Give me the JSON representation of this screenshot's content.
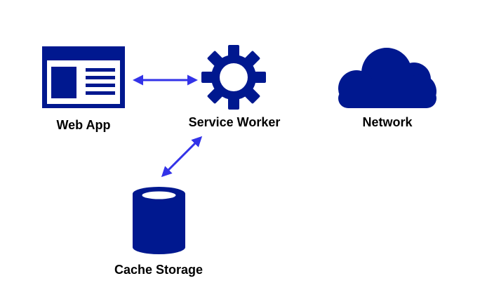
{
  "colors": {
    "icon": "#00188F",
    "arrow": "#3333E8",
    "label": "#000000",
    "background": "#FFFFFF"
  },
  "nodes": {
    "web_app": {
      "label": "Web App",
      "icon": "browser-window-icon"
    },
    "service_worker": {
      "label": "Service Worker",
      "icon": "gear-icon"
    },
    "network": {
      "label": "Network",
      "icon": "cloud-icon"
    },
    "cache_storage": {
      "label": "Cache Storage",
      "icon": "database-cylinder-icon"
    }
  },
  "edges": [
    {
      "from": "web_app",
      "to": "service_worker",
      "direction": "both"
    },
    {
      "from": "service_worker",
      "to": "cache_storage",
      "direction": "both"
    }
  ]
}
